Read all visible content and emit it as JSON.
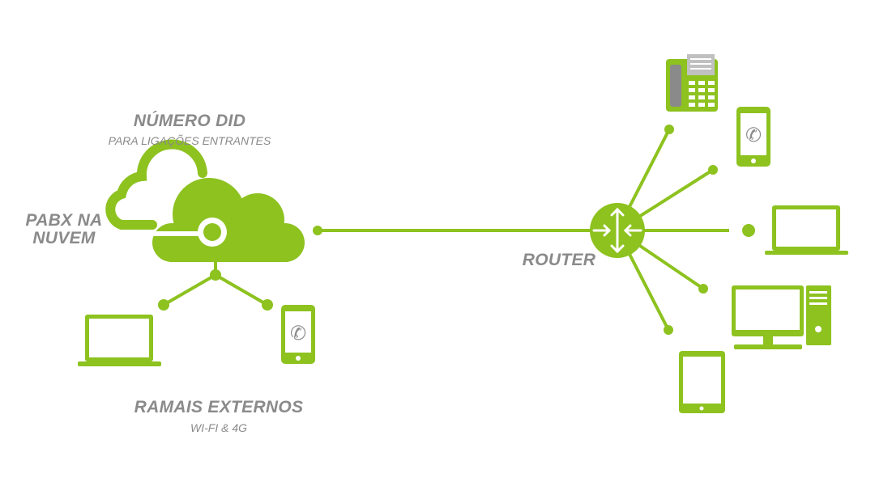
{
  "colors": {
    "accent": "#8dc21f",
    "label": "#8a8a8a",
    "screen": "#ffffff",
    "detail": "#8a8a8a",
    "paper": "#c0c0c0"
  },
  "labels": {
    "did_title": "NÚMERO DID",
    "did_subtitle": "PARA LIGAÇÕES ENTRANTES",
    "pabx_line1": "PABX NA",
    "pabx_line2": "NUVEM",
    "router": "ROUTER",
    "ext_title": "RAMAIS EXTERNOS",
    "ext_subtitle": "WI-FI & 4G"
  },
  "icons": [
    "cloud-icon",
    "router-icon",
    "desk-phone-icon",
    "smartphone-icon",
    "laptop-icon",
    "desktop-computer-icon",
    "tablet-icon"
  ]
}
